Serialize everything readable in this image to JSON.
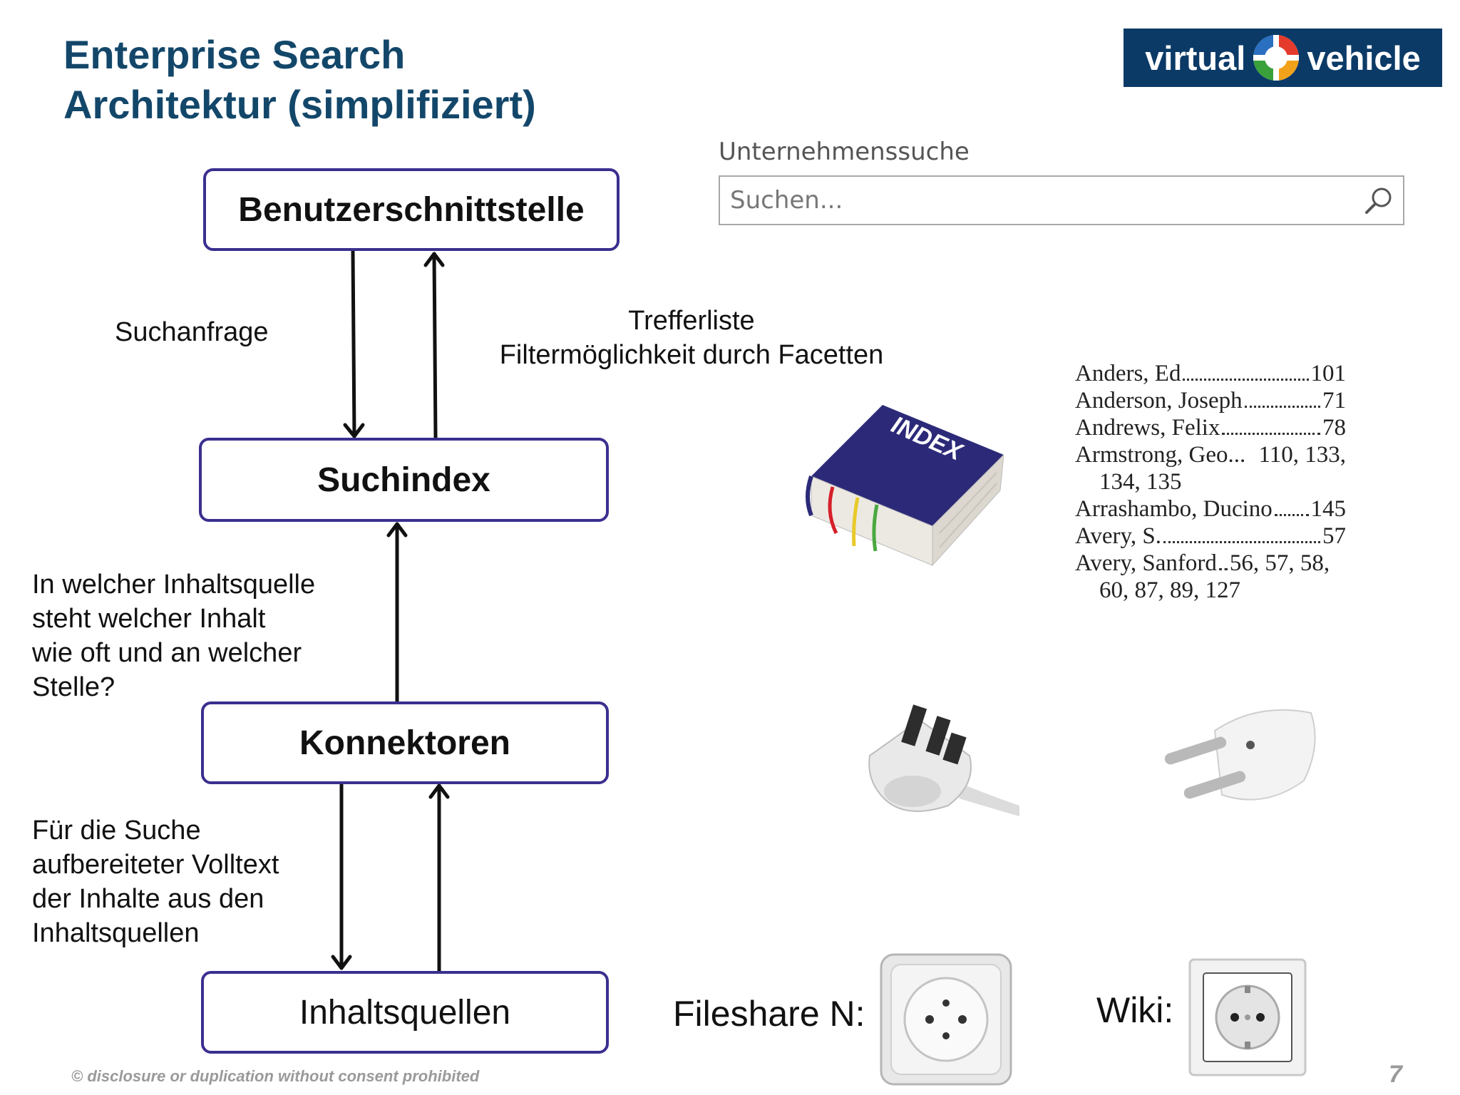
{
  "title": {
    "line1": "Enterprise Search",
    "line2": "Architektur (simplifiziert)"
  },
  "logo": {
    "left_word": "virtual",
    "right_word": "vehicle"
  },
  "diagram": {
    "boxes": {
      "ui": "Benutzerschnittstelle",
      "index": "Suchindex",
      "connectors": "Konnektoren",
      "sources": "Inhaltsquellen"
    },
    "labels": {
      "query": "Suchanfrage",
      "results_line1": "Trefferliste",
      "results_line2": "Filtermöglichkeit durch Facetten",
      "index_q": [
        "In welcher Inhaltsquelle",
        "steht welcher Inhalt",
        "wie oft und an welcher",
        "Stelle?"
      ],
      "fulltext": [
        "Für die Suche",
        "aufbereiteter Volltext",
        "der Inhalte aus den",
        "Inhaltsquellen"
      ]
    }
  },
  "search": {
    "heading": "Unternehmenssuche",
    "placeholder": "Suchen...",
    "icon": "search-icon"
  },
  "book": {
    "cover_text": "INDEX"
  },
  "index_entries": [
    {
      "name": "Anders, Ed",
      "pages": "101"
    },
    {
      "name": "Anderson, Joseph",
      "pages": "71"
    },
    {
      "name": "Andrews, Felix",
      "pages": "78"
    },
    {
      "name": "Armstrong, Geo...",
      "pages": "110, 133,",
      "cont": "134, 135"
    },
    {
      "name": "Arrashambo, Ducino",
      "pages": "145"
    },
    {
      "name": "Avery, S.",
      "pages": "57"
    },
    {
      "name": "Avery, Sanford",
      "pages": "56, 57, 58,",
      "cont": "60, 87, 89, 127"
    }
  ],
  "sockets": {
    "fileshare": "Fileshare N:",
    "wiki": "Wiki:"
  },
  "footer": {
    "text": "© disclosure or duplication without consent prohibited",
    "page": "7"
  },
  "colors": {
    "title": "#13476a",
    "box_border": "#3b2f8f",
    "logo_bg": "#0b3a67",
    "book_cover": "#2c2a78"
  }
}
